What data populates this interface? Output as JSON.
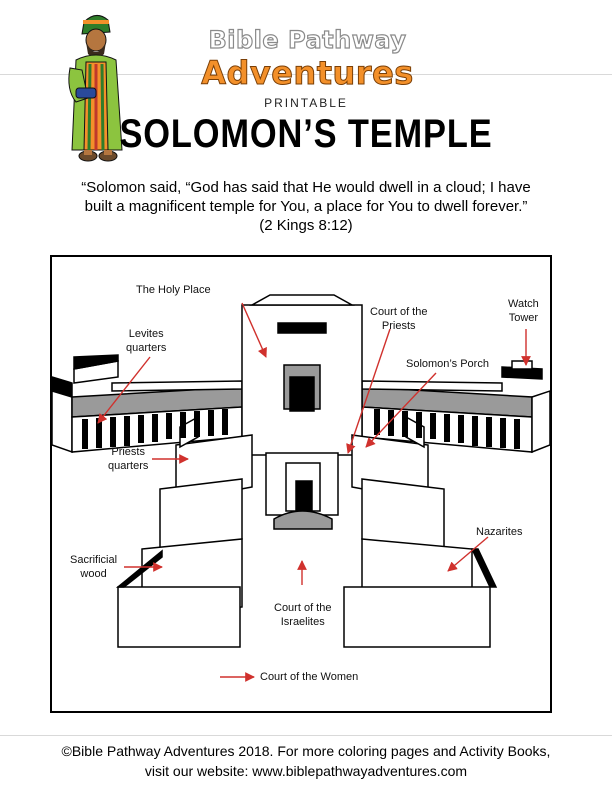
{
  "header": {
    "logo_line1": "Bible Pathway",
    "logo_line2": "Adventures",
    "printable": "PRINTABLE",
    "title": "SOLOMON’S TEMPLE"
  },
  "quote": {
    "line1": "“Solomon said, “God has said that He would dwell in a cloud; I have",
    "line2": "built a magnificent temple for You, a place for You to dwell forever.”",
    "reference": "(2 Kings 8:12)"
  },
  "diagram": {
    "labels": {
      "holy_place": "The Holy Place",
      "court_priests": [
        "Court of the",
        "Priests"
      ],
      "watch_tower": [
        "Watch",
        "Tower"
      ],
      "levites_quarters": [
        "Levites",
        "quarters"
      ],
      "solomons_porch": "Solomon’s Porch",
      "priests_quarters": [
        "Priests",
        "quarters"
      ],
      "nazarites": "Nazarites",
      "sacrificial_wood": [
        "Sacrificial",
        "wood"
      ],
      "court_israelites": [
        "Court of the",
        "Israelites"
      ],
      "court_women": "Court of the Women"
    },
    "colors": {
      "arrow": "#d0312d",
      "ink": "#000000",
      "gray": "#9a9a9a"
    }
  },
  "footer": {
    "line1": "©Bible Pathway Adventures 2018. For more coloring pages and Activity Books,",
    "line2": "visit our website: www.biblepathwayadventures.com"
  }
}
